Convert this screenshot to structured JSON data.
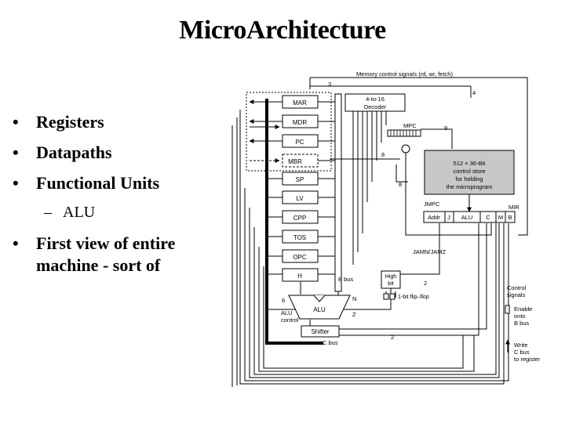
{
  "slide": {
    "title": "MicroArchitecture",
    "bullets": [
      {
        "text": "Registers"
      },
      {
        "text": "Datapaths"
      },
      {
        "text": "Functional Units"
      }
    ],
    "sub_bullet": "ALU",
    "bullet_last": "First view of entire machine - sort of",
    "bullet_glyph": "•",
    "dash_glyph": "–"
  },
  "diagram": {
    "memory_signals": "Memory control signals (rd, wr, fetch)",
    "num_3": "3",
    "num_4": "4",
    "decoder": [
      "4-to-16",
      "Decoder"
    ],
    "registers": [
      "MAR",
      "MDR",
      "PC",
      "MBR",
      "SP",
      "LV",
      "CPP",
      "TOS",
      "OPC",
      "H"
    ],
    "mpc": "MPC",
    "num_9": "9",
    "num_8a": "8",
    "num_8b": "8",
    "control_store": [
      "512 × 36-Bit",
      "control store",
      "for holding",
      "the microprogram"
    ],
    "jmpc": "JMPC",
    "mir": "MIR",
    "mir_fields": [
      "Addr",
      "J",
      "ALU",
      "C",
      "M",
      "B"
    ],
    "jamn": "JAMN/JAMZ",
    "high_bit": [
      "High",
      "bit"
    ],
    "num_2a": "2",
    "num_2b": "2",
    "flipflop": "1-bit flip–flop",
    "b_bus": "B bus",
    "c_bus": "C bus",
    "num_6": "6",
    "alu": "ALU",
    "alu_control": [
      "ALU",
      "control"
    ],
    "n": "N",
    "z": "Z",
    "shifter": "Shifter",
    "legend_title": [
      "Control",
      "signals"
    ],
    "legend_enable": [
      "Enable",
      "onto",
      "B bus"
    ],
    "legend_write": [
      "Write",
      "C bus",
      "to register"
    ]
  }
}
